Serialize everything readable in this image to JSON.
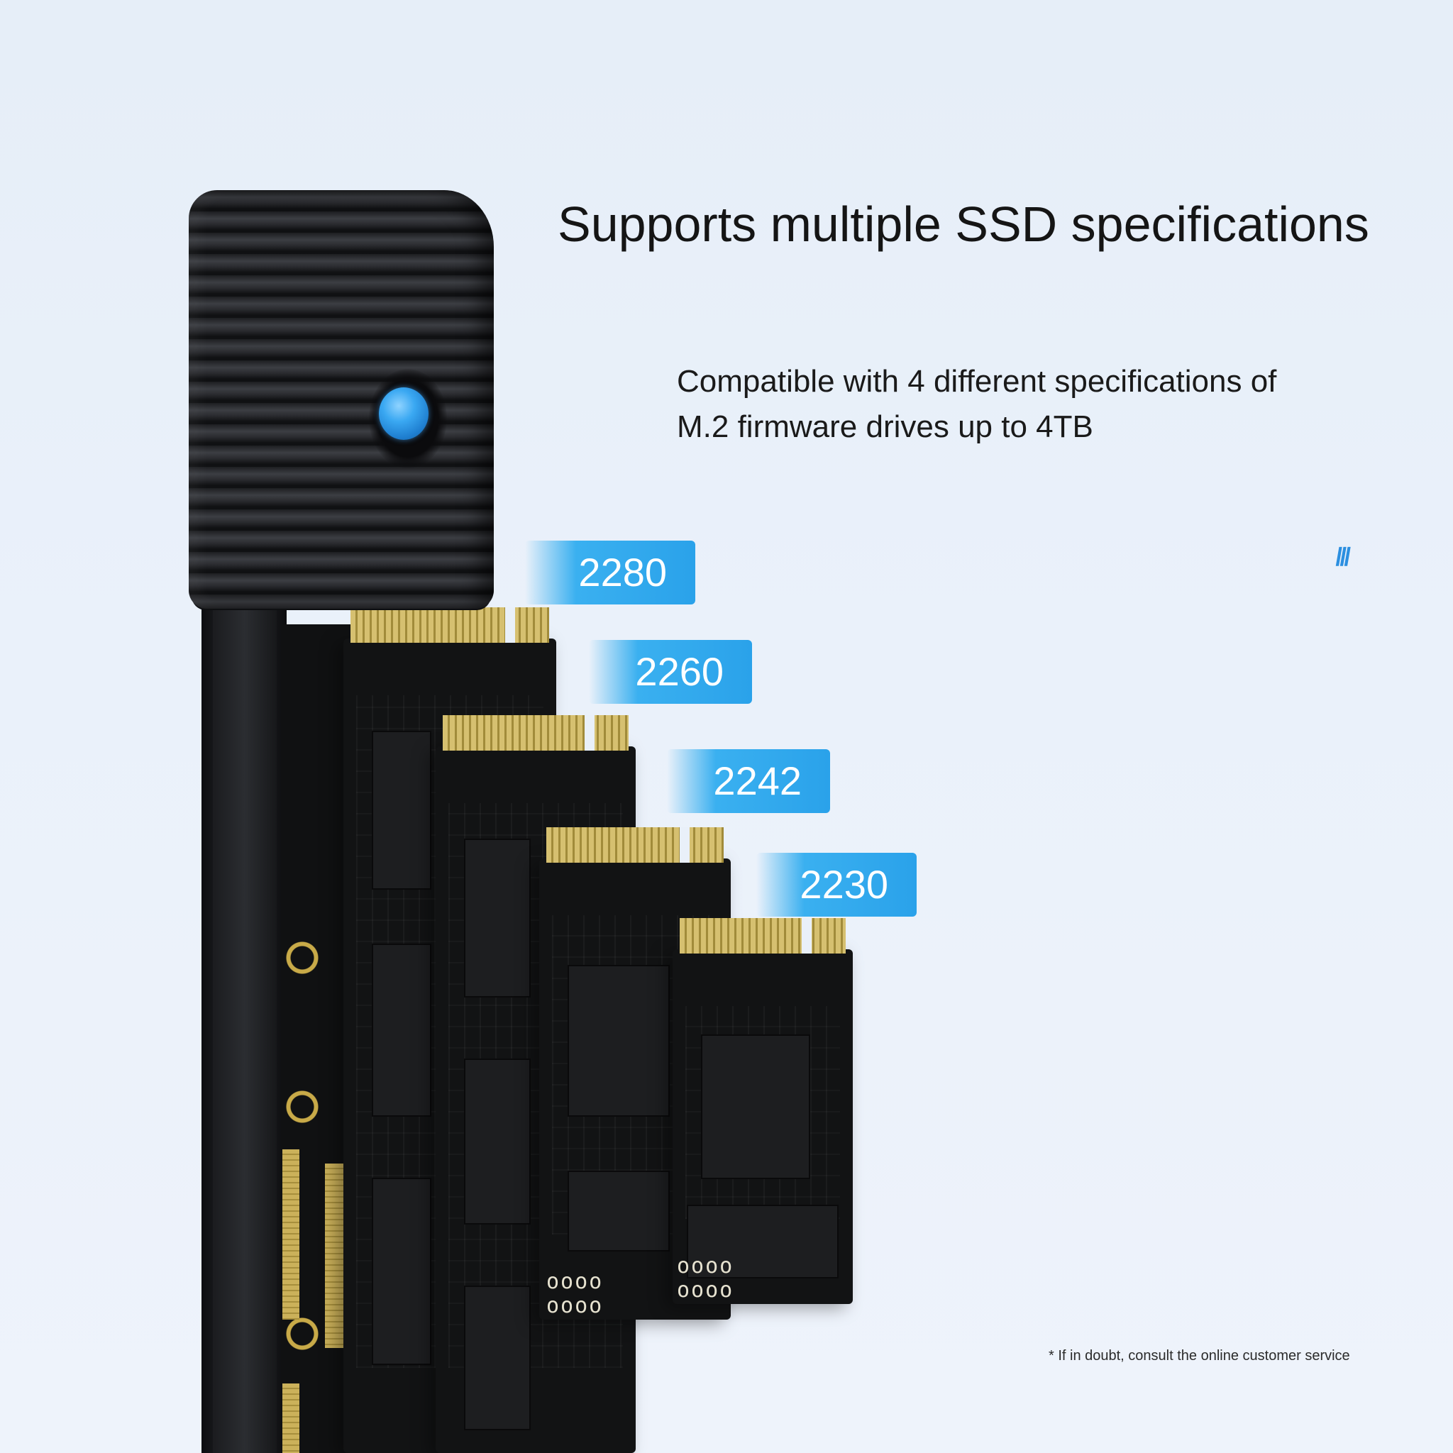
{
  "headline": "Supports multiple SSD specifications",
  "subtext": {
    "line1": "Compatible with 4 different specifications of",
    "line2": "M.2 firmware drives up to 4TB"
  },
  "badges": [
    "2280",
    "2260",
    "2242",
    "2230"
  ],
  "footnote": "* If in doubt, consult the online customer service",
  "colors": {
    "badge_blue": "#2aa2ea",
    "led_blue": "#3aa8f2",
    "background": "#e8eff9",
    "enclosure": "#1d1e21",
    "gold_contacts": "#d6c070"
  },
  "icons": {
    "led": "led-indicator-icon",
    "decor": "decor-slashes-icon"
  }
}
